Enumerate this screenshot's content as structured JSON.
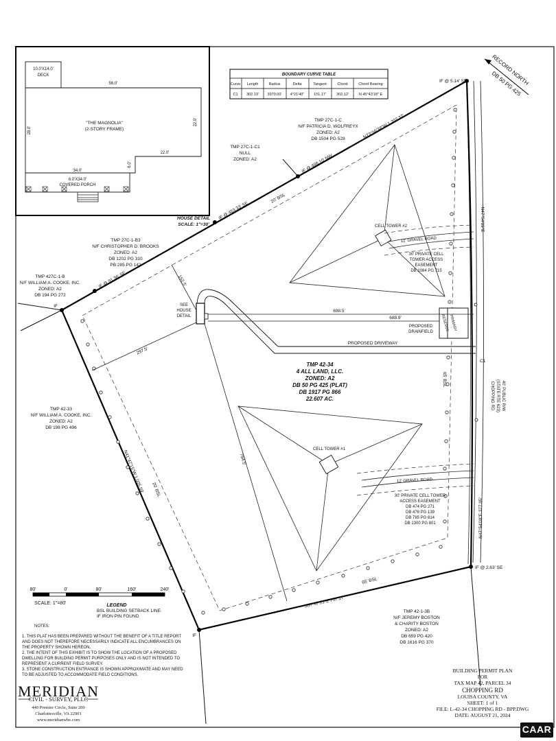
{
  "curve_table": {
    "title": "BOUNDARY CURVE TABLE",
    "headers": [
      "Curve",
      "Length",
      "Radius",
      "Delta",
      "Tangent",
      "Chord",
      "Chord Bearing"
    ],
    "row": [
      "C1",
      "302.19'",
      "3970.00'",
      "4°21'40\"",
      "151.17'",
      "302.12'",
      "N 45°43'18\" E"
    ]
  },
  "house_detail": {
    "deck": [
      "10.0'X14.0'",
      "DECK"
    ],
    "dim_top": "56.0'",
    "dim_left": "28.0'",
    "dim_right": "22.0'",
    "dim_step": "22.0'",
    "dim_small": "6.0'",
    "dim_bottom": "34.0'",
    "house_name": [
      "\"THE MAGNOLIA\"",
      "(2-STORY FRAME)"
    ],
    "porch": [
      "6.0'X34.0'",
      "COVERED PORCH"
    ],
    "label": [
      "HOUSE DETAIL",
      "SCALE: 1\"=30'"
    ]
  },
  "north": {
    "record": "RECORD NORTH",
    "db": "DB 50 PG 425"
  },
  "parcels": {
    "wolfreyx": [
      "TMP 27C-1-C",
      "N/F PATRICIA D. WOLFREYX",
      "ZONED: A2",
      "DB 1504 PG 528"
    ],
    "null_lot": [
      "TMP 27C-1-C1",
      "NULL",
      "ZONED: A2"
    ],
    "brooks": [
      "TMP 27C-1-B3",
      "N/F CHRISTOPHER D. BROOKS",
      "ZONED: A2",
      "DB 1202 PG 310",
      "PB 285 PG 142"
    ],
    "cooke1": [
      "TMP 427C-1-B",
      "N/F WILLIAM A. COOKE, INC.",
      "ZONED: A2",
      "DB 194 PG 272"
    ],
    "cooke2": [
      "TMP 42-33",
      "N/F WILLIAM A. COOKE, INC.",
      "ZONED: A2",
      "DB 198 PG 496"
    ],
    "boston": [
      "TMP 42-1-3B",
      "N/F JEREMY BOSTON",
      "& CHARITY BOSTON",
      "ZONED: A2",
      "DB 659 PG 420",
      "DB 1616 PG 370"
    ],
    "subject": [
      "TMP 42-34",
      "4 ALL LAND, LLC.",
      "ZONED: A2",
      "DB 50 PG 425 (PLAT)",
      "DB 1917 PG 866",
      "22.607 AC."
    ]
  },
  "bearings": {
    "north_line": "N73°56'38\"W  1,202.37'",
    "east_line": "N47°54'09\"E  377.95'",
    "east_upper": "N47°54'09\"E",
    "south_line": "S57°47'21\"E  707.17'",
    "west_line": "N41°47'15\"W  1,005.59'",
    "curve": "C1"
  },
  "pins": {
    "ne": "IF @ 5.14' SE",
    "n1": "IF @ 498.10' NW",
    "n2": "IF @ 453.33' SE",
    "n3": "IF @ 91.36' SE",
    "w": "IF",
    "se": "IF @ 2.63' SE",
    "s": "IF"
  },
  "features": {
    "tower2": "CELL TOWER #2",
    "tower1": "CELL TOWER #1",
    "gravel_upper": "12' GRAVEL ROAD",
    "gravel_lower": "12' GRAVEL ROAD",
    "easement_upper": [
      "30' PRIVATE CELL",
      "TOWER ACCESS",
      "EASEMENT",
      "DB 1084 PG 715"
    ],
    "easement_lower": [
      "30' PRIVATE CELL TOWER",
      "ACCESS EASEMENT",
      "DB 474 PG 271",
      "DB 478 PG 139",
      "DB 785 PG 614",
      "DB 1300 PG 801"
    ],
    "drainfield": [
      "PROPOSED",
      "DRAINFIELD"
    ],
    "primary_reserve": [
      "PRIMARY",
      "RESERVE"
    ],
    "driveway": "PROPOSED DRIVEWAY",
    "see_house": [
      "SEE",
      "HOUSE",
      "DETAIL"
    ],
    "road": [
      "CHOPPING RD",
      "(STATE RTE 623)",
      "40' PUBLIC R/W"
    ],
    "bsl_north": "20' BSL",
    "bsl_west": "20' BSL",
    "bsl_south": "65' BSL",
    "bsl_east": "65' BSL"
  },
  "dimensions": {
    "d1": "152.5'",
    "d2": "698.5'",
    "d3": "688.9'",
    "d4": "297.5'",
    "d5": "764.5'"
  },
  "scale": {
    "ticks": [
      "80'",
      "0'",
      "80'",
      "160'",
      "240'"
    ],
    "text": "SCALE: 1\"=80'"
  },
  "legend": {
    "title": "LEGEND",
    "items": [
      "BSL   BUILDING SETBACK LINE",
      "IF      IRON PIN FOUND"
    ]
  },
  "notes": {
    "title": "NOTES:",
    "lines": [
      "1.   THIS PLAT HAS BEEN PREPARED WITHOUT THE BENEFIT OF A TITLE REPORT",
      "      AND DOES NOT THEREFORE NECESSARILY INDICATE ALL ENCUMBRANCES ON",
      "      THE PROPERTY SHOWN HEREON.",
      "2.   THE INTENT OF THIS EXHIBIT IS TO SHOW THE LOCATION OF A PROPOSED",
      "      DWELLING FOR BUILDING PERMIT PURPOSES ONLY AND IS NOT INTENDED TO",
      "      REPRESENT A CURRENT FIELD SURVEY.",
      "3.   STONE CONSTRUCTION ENTRANCE IS SHOWN APPROXIMATE AND MAY NEED",
      "      TO BE ADJUSTED TO ACCOMMODATE FIELD CONDITIONS."
    ]
  },
  "company": {
    "name": "MERIDIAN",
    "sub": "CIVIL - SURVEY, PLLC",
    "addr1": "440 Premier Circle, Suite 200",
    "addr2": "Charlottesville, VA 22901",
    "web": "www.meridianwbe.com"
  },
  "title_block": [
    "BUILDING PERMIT PLAN",
    "FOR",
    "TAX MAP 42, PARCEL 34",
    "CHOPPING RD",
    "LOUISA COUNTY, VA",
    "SHEET: 1 of 1",
    "FILE: L-42-34 CHOPPING RD - BPP.DWG",
    "DATE: AUGUST 21, 2024"
  ],
  "badge": "CAAR"
}
